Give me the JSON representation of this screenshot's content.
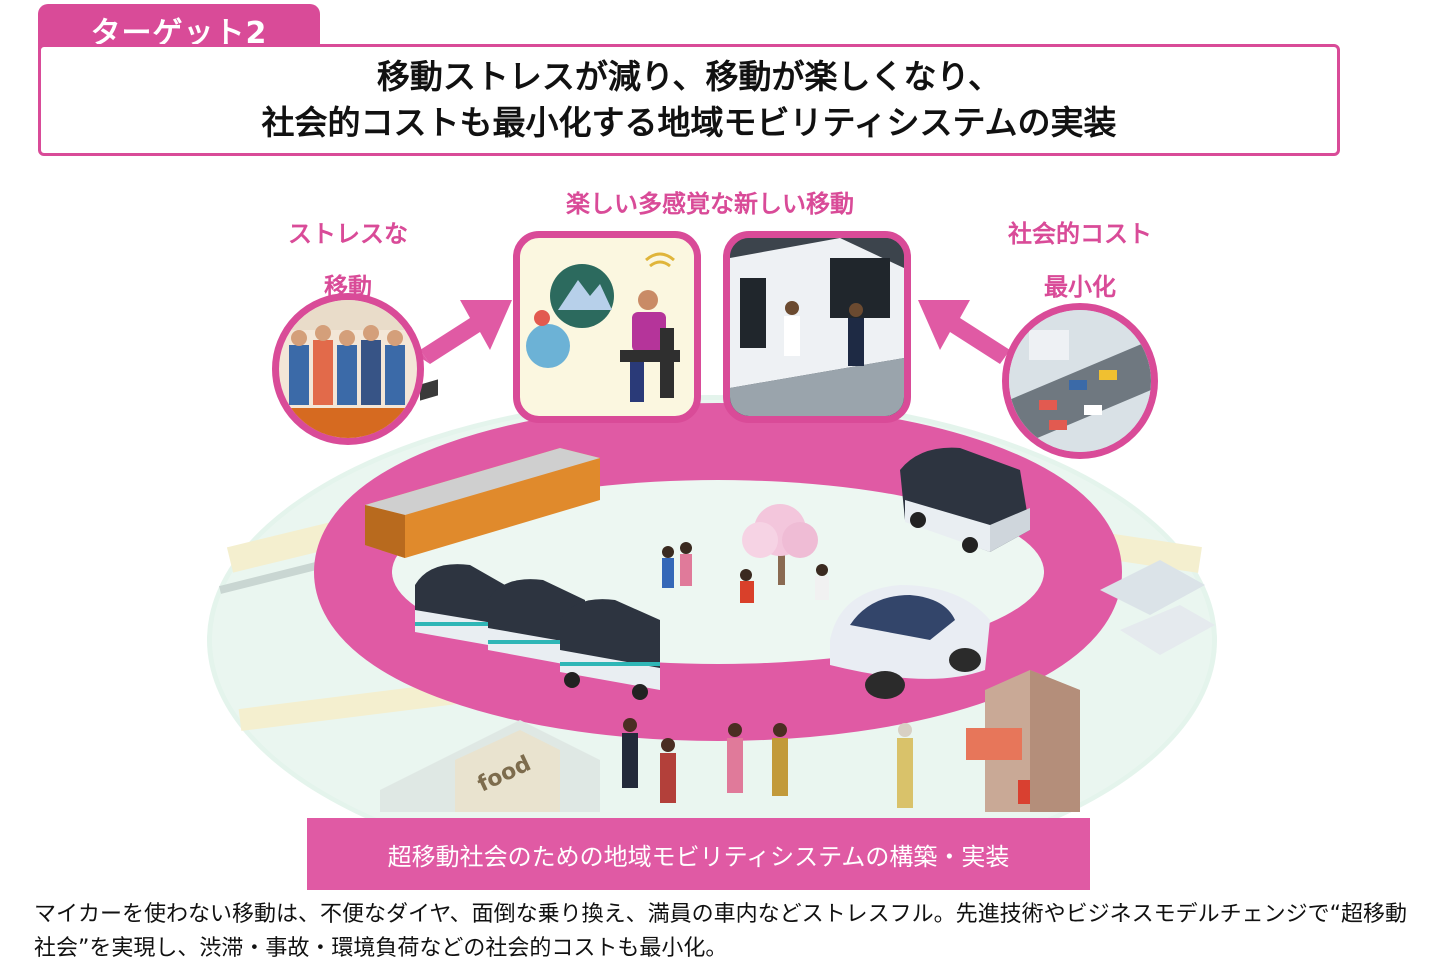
{
  "header": {
    "tag": "ターゲット2",
    "title_line1": "移動ストレスが減り、移動が楽しくなり、",
    "title_line2": "社会的コストも最小化する地域モビリティシステムの実装"
  },
  "labels": {
    "left_line1": "ストレスな",
    "left_line2": "移動",
    "center": "楽しい多感覚な新しい移動",
    "right_line1": "社会的コスト",
    "right_line2": "最小化"
  },
  "illustration": {
    "food_sign": "food"
  },
  "banner": "超移動社会のための地域モビリティシステムの構築・実装",
  "description": "マイカーを使わない移動は、不便なダイヤ、面倒な乗り換え、満員の車内などストレスフル。先進技術やビジネスモデルチェンジで“超移動社会”を実現し、渋滞・事故・環境負荷などの社会的コストも最小化。",
  "colors": {
    "accent": "#d94b98",
    "ring": "#e05aa4",
    "ground": "#dff3ea"
  }
}
